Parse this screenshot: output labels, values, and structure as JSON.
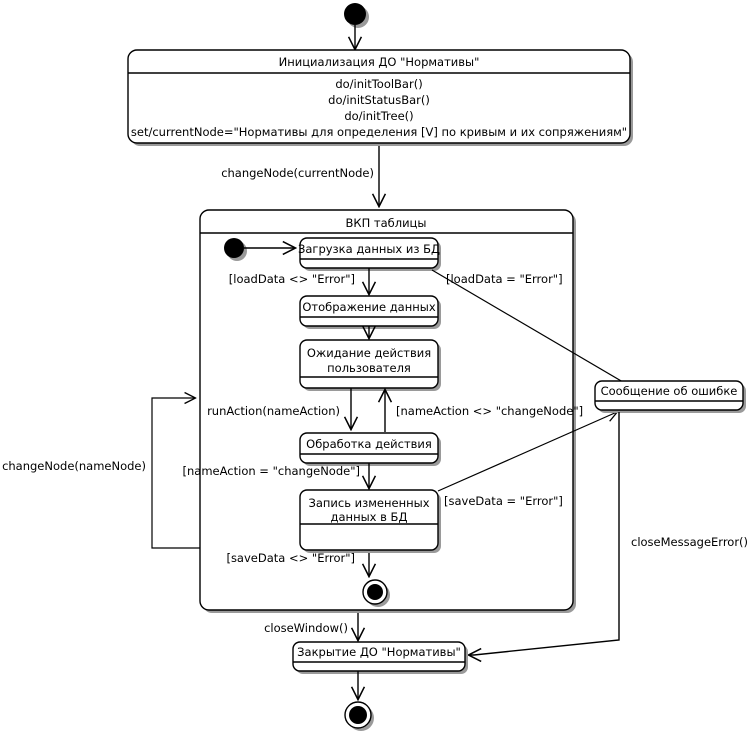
{
  "diagram": {
    "type": "uml-state-machine",
    "title_visible": false,
    "colors": {
      "stroke": "#000000",
      "fill": "#ffffff",
      "shadow": "#9a9a9a"
    },
    "nodes": {
      "start": {
        "kind": "initial-state"
      },
      "init_state": {
        "kind": "state",
        "name": "Инициализация ДО \"Нормативы\"",
        "actions": [
          "do/initToolBar()",
          "do/initStatusBar()",
          "do/initTree()",
          "set/currentNode=\"Нормативы для определения [V] по кривым и их сопряжениям\""
        ]
      },
      "composite": {
        "kind": "composite-state",
        "name": "ВКП таблицы"
      },
      "inner_start": {
        "kind": "initial-state"
      },
      "load": {
        "kind": "state",
        "name": "Загрузка данных из БД"
      },
      "display": {
        "kind": "state",
        "name": "Отображение данных"
      },
      "wait": {
        "kind": "state",
        "name_line1": "Ожидание действия",
        "name_line2": "пользователя"
      },
      "process": {
        "kind": "state",
        "name": "Обработка действия"
      },
      "save": {
        "kind": "state",
        "name_line1": "Запись измененных",
        "name_line2": "данных в БД"
      },
      "inner_final": {
        "kind": "final-state"
      },
      "error": {
        "kind": "state",
        "name": "Сообщение об ошибке"
      },
      "close_state": {
        "kind": "state",
        "name": "Закрытие ДО \"Нормативы\""
      },
      "final": {
        "kind": "final-state"
      }
    },
    "transitions": [
      {
        "from": "start",
        "to": "init_state",
        "label": ""
      },
      {
        "from": "init_state",
        "to": "composite",
        "label": "changeNode(currentNode)"
      },
      {
        "from": "inner_start",
        "to": "load",
        "label": ""
      },
      {
        "from": "load",
        "to": "display",
        "label": "[loadData <> \"Error\"]"
      },
      {
        "from": "load",
        "to": "error",
        "label": "[loadData = \"Error\"]"
      },
      {
        "from": "display",
        "to": "wait",
        "label": ""
      },
      {
        "from": "wait",
        "to": "process",
        "label": ""
      },
      {
        "from": "process",
        "to": "wait",
        "label": "[nameAction <> \"changeNode\"]"
      },
      {
        "from": "process",
        "to": "save",
        "label": "[nameAction = \"changeNode\"]"
      },
      {
        "from": "save",
        "to": "error",
        "label": "[saveData = \"Error\"]"
      },
      {
        "from": "save",
        "to": "inner_final",
        "label": "[saveData <> \"Error\"]"
      },
      {
        "from": "composite",
        "to": "composite",
        "label": "changeNode(nameNode)"
      },
      {
        "from": "composite",
        "to": "composite",
        "label": "runAction(nameAction)"
      },
      {
        "from": "inner_final",
        "to": "close_state",
        "label": "closeWindow()"
      },
      {
        "from": "error",
        "to": "close_state",
        "label": "closeMessageError()"
      },
      {
        "from": "close_state",
        "to": "final",
        "label": ""
      }
    ],
    "labels": {
      "change_node_current": "changeNode(currentNode)",
      "change_node_name": "changeNode(nameNode)",
      "run_action": "runAction(nameAction)",
      "load_ok": "[loadData <> \"Error\"]",
      "load_err": "[loadData = \"Error\"]",
      "name_action_ne": "[nameAction <> \"changeNode\"]",
      "name_action_eq": "[nameAction = \"changeNode\"]",
      "save_err": "[saveData = \"Error\"]",
      "save_ok": "[saveData <> \"Error\"]",
      "close_window": "closeWindow()",
      "close_message_error": "closeMessageError()"
    }
  }
}
